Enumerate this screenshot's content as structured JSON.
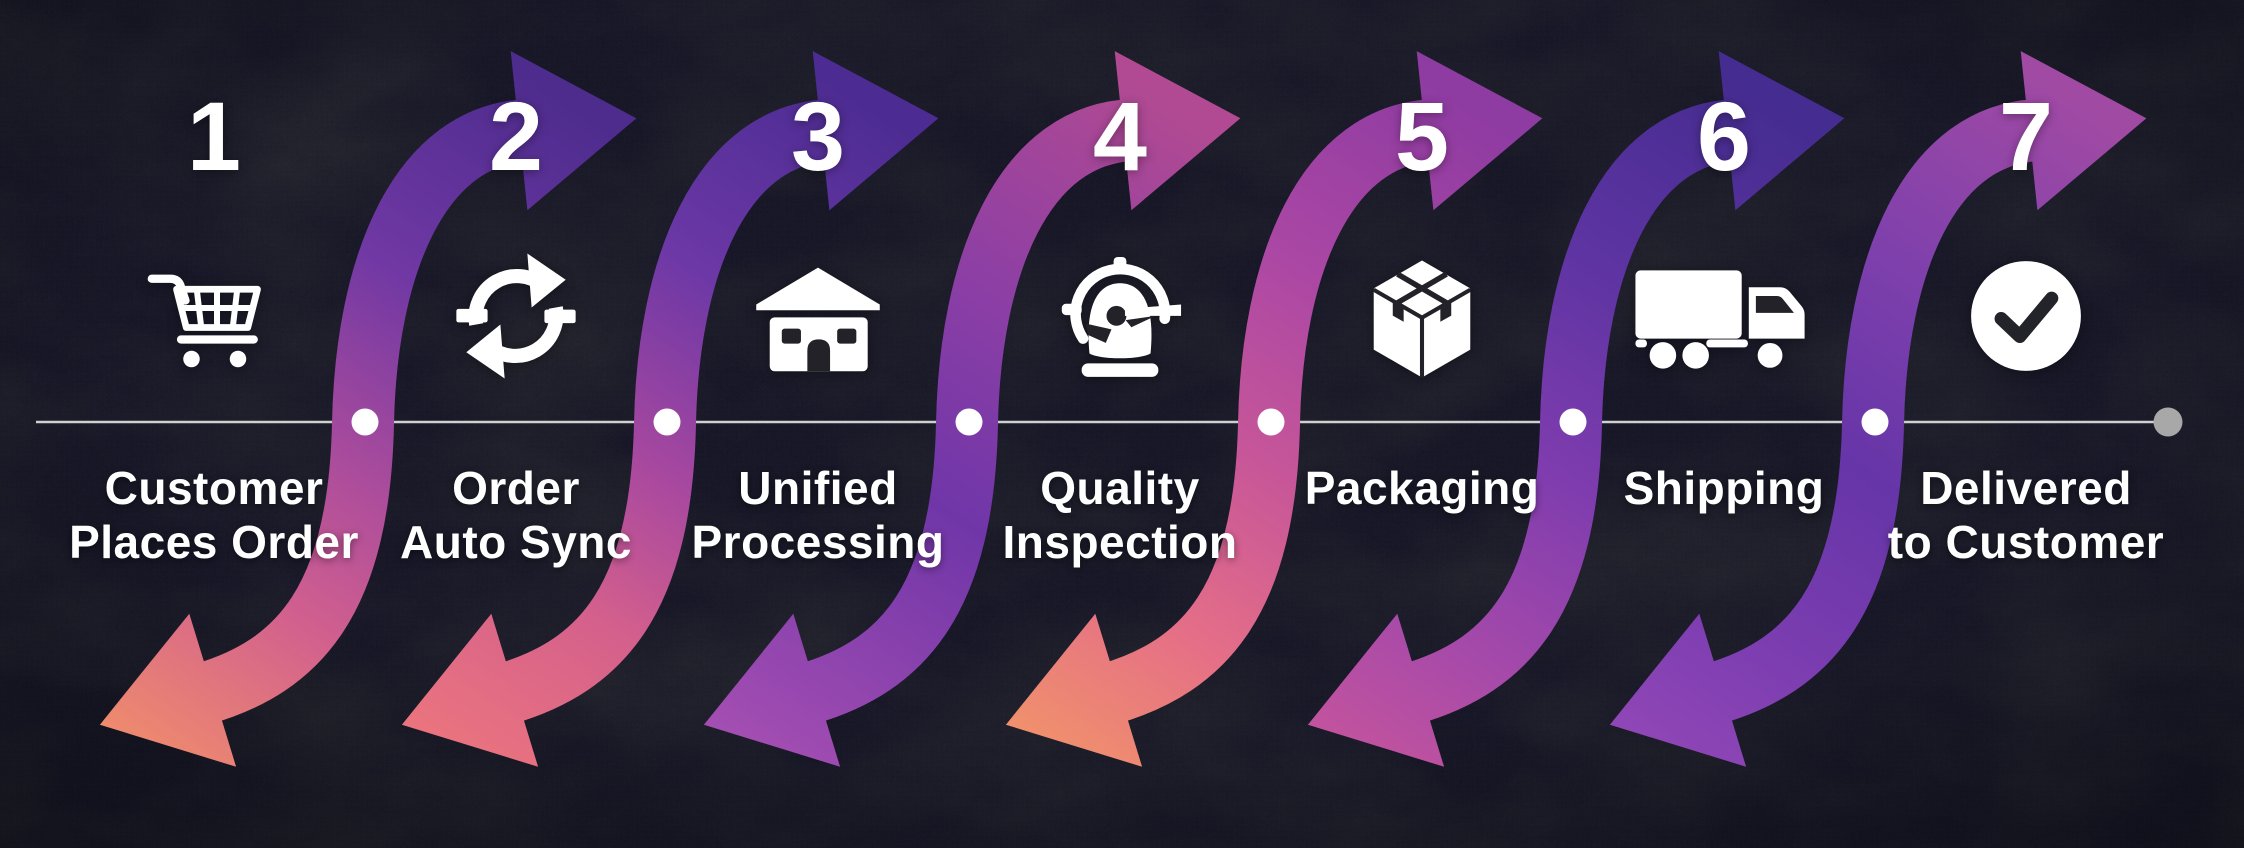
{
  "infographic": {
    "background_color": "#232327",
    "text_color": "#ffffff",
    "steps": [
      {
        "number": "1",
        "line1": "Customer",
        "line2": "Places Order",
        "icon": "shopping-cart"
      },
      {
        "number": "2",
        "line1": "Order",
        "line2": "Auto Sync",
        "icon": "sync-arrows"
      },
      {
        "number": "3",
        "line1": "Unified",
        "line2": "Processing",
        "icon": "warehouse"
      },
      {
        "number": "4",
        "line1": "Quality",
        "line2": "Inspection",
        "icon": "gauge-meter"
      },
      {
        "number": "5",
        "line1": "Packaging",
        "line2": "",
        "icon": "package-box"
      },
      {
        "number": "6",
        "line1": "Shipping",
        "line2": "",
        "icon": "delivery-truck"
      },
      {
        "number": "7",
        "line1": "Delivered",
        "line2": "to Customer",
        "icon": "check-circle"
      }
    ],
    "timeline": {
      "line_color": "#e4e4e4",
      "dot_color": "#ffffff",
      "end_dot_color": "#a8a8a8"
    },
    "ribbons": [
      {
        "from_step": 1,
        "to_step": 2,
        "gradient": [
          [
            0,
            "#4e2c8e"
          ],
          [
            0.3,
            "#7038a4"
          ],
          [
            0.55,
            "#ab4c9c"
          ],
          [
            0.75,
            "#d2608e"
          ],
          [
            1,
            "#ee8a6e"
          ]
        ]
      },
      {
        "from_step": 2,
        "to_step": 3,
        "gradient": [
          [
            0,
            "#4c2c92"
          ],
          [
            0.3,
            "#6c38a6"
          ],
          [
            0.55,
            "#a8489f"
          ],
          [
            0.75,
            "#d4608c"
          ],
          [
            1,
            "#eb747e"
          ]
        ]
      },
      {
        "from_step": 3,
        "to_step": 4,
        "gradient": [
          [
            0,
            "#b14a92"
          ],
          [
            0.35,
            "#8a3ea6"
          ],
          [
            0.6,
            "#7036a8"
          ],
          [
            1,
            "#a44eb2"
          ]
        ]
      },
      {
        "from_step": 4,
        "to_step": 5,
        "gradient": [
          [
            0,
            "#8e3ba2"
          ],
          [
            0.3,
            "#ab47a4"
          ],
          [
            0.55,
            "#c85798"
          ],
          [
            0.78,
            "#e56f87"
          ],
          [
            1,
            "#f0906c"
          ]
        ]
      },
      {
        "from_step": 5,
        "to_step": 6,
        "gradient": [
          [
            0,
            "#452c90"
          ],
          [
            0.3,
            "#5e34a2"
          ],
          [
            0.55,
            "#7e3cae"
          ],
          [
            0.8,
            "#a449aa"
          ],
          [
            1,
            "#c2539e"
          ]
        ]
      },
      {
        "from_step": 6,
        "to_step": 7,
        "gradient": [
          [
            0,
            "#a04aa4"
          ],
          [
            0.3,
            "#7e40ac"
          ],
          [
            0.55,
            "#6635a8"
          ],
          [
            0.8,
            "#7b3db0"
          ],
          [
            1,
            "#9046b6"
          ]
        ]
      }
    ]
  }
}
